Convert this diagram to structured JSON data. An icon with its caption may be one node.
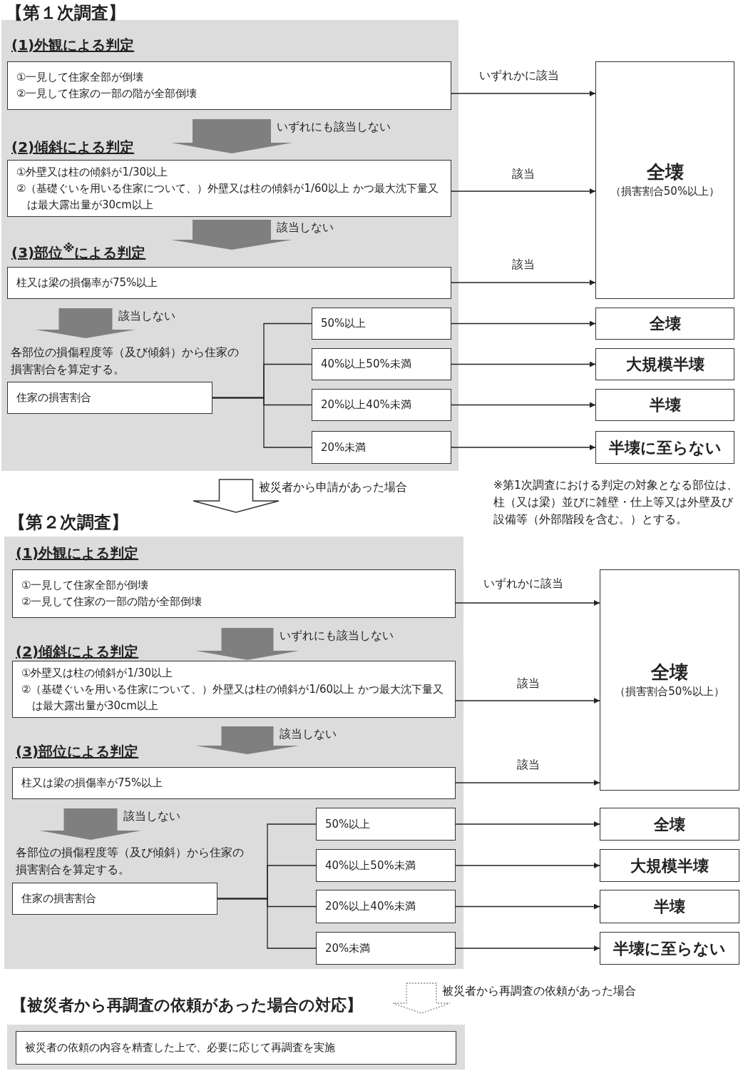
{
  "diagram": {
    "nodes": [
      {
        "text": [
          "【第１次調査】"
        ]
      },
      {
        "text": [
          "①一見して住家全部が倒壊",
          "②一見して住家の一部の階が全部倒壊"
        ],
        "in": 0
      },
      {
        "text": [
          "①外壁又は柱の傾斜が1/30以上",
          "②（基礎ぐいを用いる住家について、）外壁又は柱の傾斜が1/60以上 かつ最大沈下量又は最大露出量が30cm以上"
        ],
        "in": 0
      },
      {
        "text": [
          "柱又は梁の損傷率が75%以上"
        ],
        "in": 0
      },
      {
        "text": [
          "住家の損害割合"
        ],
        "in": 0,
        "beside": [
          "各部位の損傷程度等（及び傾斜）から住家の損害割合を算定する。"
        ]
      },
      {
        "text": [
          "50%以上"
        ],
        "in": 0
      },
      {
        "text": [
          "40%以上50%未満"
        ],
        "in": 0
      },
      {
        "text": [
          "20%以上40%未満"
        ],
        "in": 0
      },
      {
        "text": [
          "20%未満"
        ],
        "in": 0
      },
      {
        "text": [
          "全壊",
          "（損害割合50%以上）"
        ]
      },
      {
        "text": [
          "全壊"
        ]
      },
      {
        "text": [
          "大規模半壊"
        ]
      },
      {
        "text": [
          "半壊"
        ]
      },
      {
        "text": [
          "半壊に至らない"
        ]
      },
      {
        "text": [
          "【第２次調査】"
        ]
      },
      {
        "text": [
          "①一見して住家全部が倒壊",
          "②一見して住家の一部の階が全部倒壊"
        ],
        "in": 14
      },
      {
        "text": [
          "①外壁又は柱の傾斜が1/30以上",
          "②（基礎ぐいを用いる住家について、）外壁又は柱の傾斜が1/60以上 かつ最大沈下量又は最大露出量が30cm以上"
        ],
        "in": 14
      },
      {
        "text": [
          "柱又は梁の損傷率が75%以上"
        ],
        "in": 14
      },
      {
        "text": [
          "住家の損害割合"
        ],
        "in": 14,
        "beside": [
          "各部位の損傷程度等（及び傾斜）から住家の損害割合を算定する。"
        ]
      },
      {
        "text": [
          "50%以上"
        ],
        "in": 14
      },
      {
        "text": [
          "40%以上50%未満"
        ],
        "in": 14
      },
      {
        "text": [
          "20%以上40%未満"
        ],
        "in": 14
      },
      {
        "text": [
          "20%未満"
        ],
        "in": 14
      },
      {
        "text": [
          "全壊",
          "（損害割合50%以上）"
        ]
      },
      {
        "text": [
          "全壊"
        ]
      },
      {
        "text": [
          "大規模半壊"
        ]
      },
      {
        "text": [
          "半壊"
        ]
      },
      {
        "text": [
          "半壊に至らない"
        ]
      },
      {
        "text": [
          "【被災者から再調査の依頼があった場合の対応】"
        ]
      },
      {
        "text": [
          "被災者の依頼の内容を精査した上で、必要に応じて再調査を実施"
        ],
        "in": 28
      }
    ],
    "edges": [
      {
        "from": 1,
        "to": 9,
        "arrow": "to",
        "label": "いずれかに該当"
      },
      {
        "from": 1,
        "to": 2,
        "arrow": "to",
        "label": "いずれにも該当しない",
        "style": "thick",
        "color": "#7f7f7f"
      },
      {
        "from": 2,
        "to": 9,
        "arrow": "to",
        "label": "該当"
      },
      {
        "from": 2,
        "to": 3,
        "arrow": "to",
        "label": "該当しない",
        "style": "thick",
        "color": "#7f7f7f"
      },
      {
        "from": 3,
        "to": 9,
        "arrow": "to",
        "label": "該当"
      },
      {
        "from": 3,
        "to": 4,
        "arrow": "to",
        "label": "該当しない",
        "style": "thick",
        "color": "#7f7f7f"
      },
      {
        "from": 4,
        "to": 5,
        "arrow": "none"
      },
      {
        "from": 4,
        "to": 6,
        "arrow": "none"
      },
      {
        "from": 4,
        "to": 7,
        "arrow": "none"
      },
      {
        "from": 4,
        "to": 8,
        "arrow": "none"
      },
      {
        "from": 5,
        "to": 10,
        "arrow": "to"
      },
      {
        "from": 6,
        "to": 11,
        "arrow": "to"
      },
      {
        "from": 7,
        "to": 12,
        "arrow": "to"
      },
      {
        "from": 8,
        "to": 13,
        "arrow": "to"
      },
      {
        "from": 0,
        "to": 14,
        "arrow": "to",
        "label": "被災者から申請があった場合",
        "style": "thick"
      },
      {
        "from": 15,
        "to": 23,
        "arrow": "to",
        "label": "いずれかに該当"
      },
      {
        "from": 15,
        "to": 16,
        "arrow": "to",
        "label": "いずれにも該当しない",
        "style": "thick",
        "color": "#7f7f7f"
      },
      {
        "from": 16,
        "to": 23,
        "arrow": "to",
        "label": "該当"
      },
      {
        "from": 16,
        "to": 17,
        "arrow": "to",
        "label": "該当しない",
        "style": "thick",
        "color": "#7f7f7f"
      },
      {
        "from": 17,
        "to": 23,
        "arrow": "to",
        "label": "該当"
      },
      {
        "from": 17,
        "to": 18,
        "arrow": "to",
        "label": "該当しない",
        "style": "thick",
        "color": "#7f7f7f"
      },
      {
        "from": 18,
        "to": 19,
        "arrow": "none"
      },
      {
        "from": 18,
        "to": 20,
        "arrow": "none"
      },
      {
        "from": 18,
        "to": 21,
        "arrow": "none"
      },
      {
        "from": 18,
        "to": 22,
        "arrow": "none"
      },
      {
        "from": 19,
        "to": 24,
        "arrow": "to"
      },
      {
        "from": 20,
        "to": 25,
        "arrow": "to"
      },
      {
        "from": 21,
        "to": 26,
        "arrow": "to"
      },
      {
        "from": 22,
        "to": 27,
        "arrow": "to"
      },
      {
        "from": 14,
        "to": 28,
        "arrow": "to",
        "label": "被災者から再調査の依頼があった場合",
        "style": "dashed"
      }
    ],
    "labels": [
      "(1)外観による判定",
      "(2)傾斜による判定",
      "(3)部位$^{※}$による判定",
      "※第1次調査における判定の対象となる部位は、柱（又は梁）並びに雑壁・仕上等又は外壁及び設備等（外部階段を含む。）とする。",
      "(2)傾斜による判定",
      "(1)外観による判定",
      "(3)部位による判定"
    ]
  }
}
